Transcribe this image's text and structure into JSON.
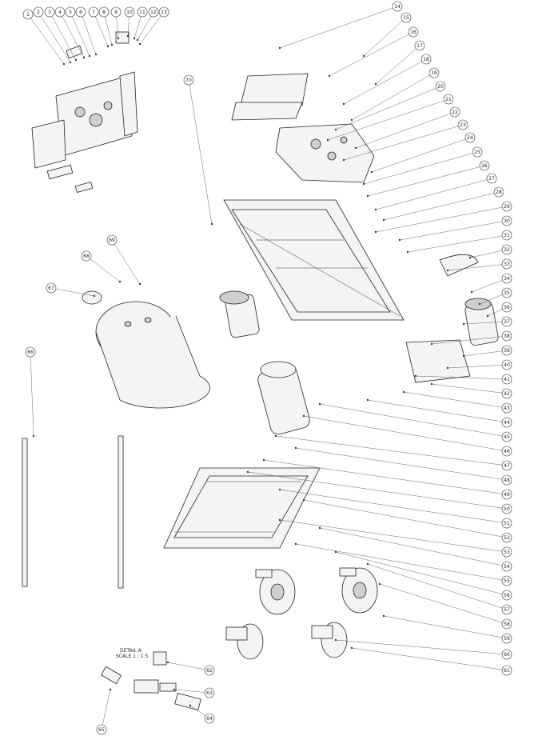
{
  "drawing": {
    "type": "exploded-parts-diagram",
    "detail_note": {
      "line1": "DETAIL A",
      "line2": "SCALE 1 : 1.5"
    },
    "callouts": [
      "1",
      "2",
      "3",
      "4",
      "5",
      "6",
      "7",
      "8",
      "9",
      "10",
      "11",
      "12",
      "13",
      "14",
      "15",
      "16",
      "17",
      "18",
      "19",
      "20",
      "21",
      "22",
      "23",
      "24",
      "25",
      "26",
      "27",
      "28",
      "29",
      "30",
      "31",
      "32",
      "33",
      "34",
      "35",
      "36",
      "37",
      "38",
      "39",
      "40",
      "41",
      "42",
      "43",
      "44",
      "45",
      "46",
      "47",
      "48",
      "49",
      "50",
      "51",
      "52",
      "53",
      "54",
      "55",
      "56",
      "57",
      "58",
      "59",
      "60",
      "61",
      "62",
      "63",
      "64",
      "65",
      "66",
      "67",
      "68",
      "69",
      "70"
    ]
  }
}
